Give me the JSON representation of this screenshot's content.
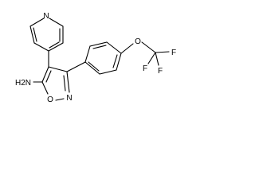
{
  "molecule": {
    "atom_labels": {
      "pyridine_n": "N",
      "amine": "H2N",
      "ring_o": "O",
      "ring_n": "N",
      "ether_o": "O",
      "fluorine_1": "F",
      "fluorine_2": "F",
      "fluorine_3": "F"
    }
  }
}
